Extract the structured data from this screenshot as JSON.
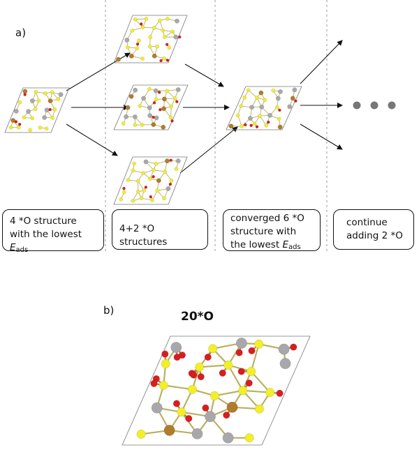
{
  "panel_a": {
    "label": "a)",
    "box1": {
      "text": "4 *O structure with the lowest",
      "E": "E",
      "sub": "ads"
    },
    "box2": {
      "text": "4+2 *O structures"
    },
    "box3": {
      "text": "converged 6 *O structure with the lowest",
      "E": "E",
      "sub": "ads"
    },
    "box4": {
      "text": "continue adding 2 *O"
    }
  },
  "panel_b": {
    "label": "b)",
    "title": "20*O"
  },
  "colors": {
    "sulfur": "#f2ee2a",
    "metal_gray": "#a8a8ac",
    "metal_brown": "#b07c2c",
    "oxygen": "#d81e1e",
    "dots": "#777777"
  }
}
